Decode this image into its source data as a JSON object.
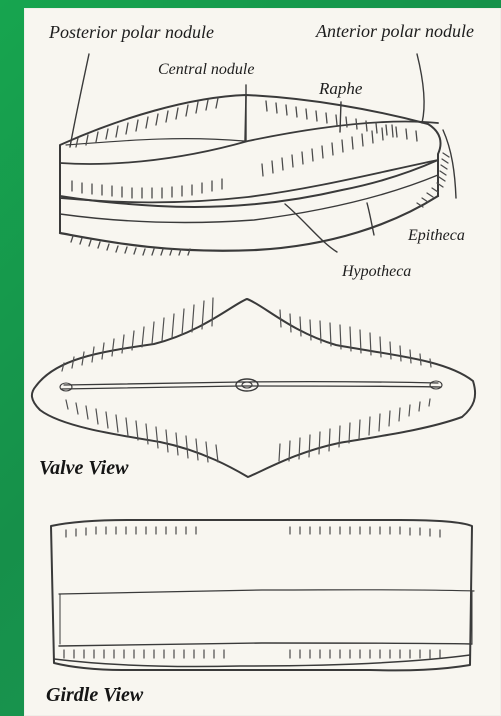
{
  "diagram": {
    "labels": {
      "posterior_polar_nodule": "Posterior polar nodule",
      "anterior_polar_nodule": "Anterior polar nodule",
      "central_nodule": "Central nodule",
      "raphe": "Raphe",
      "epitheca": "Epitheca",
      "hypotheca": "Hypotheca"
    },
    "views": {
      "valve": "Valve View",
      "girdle": "Girdle View"
    }
  },
  "colors": {
    "background_green": "#1d9b56",
    "panel_cream": "#f8f6f0",
    "ink": "#1e1e1e"
  }
}
